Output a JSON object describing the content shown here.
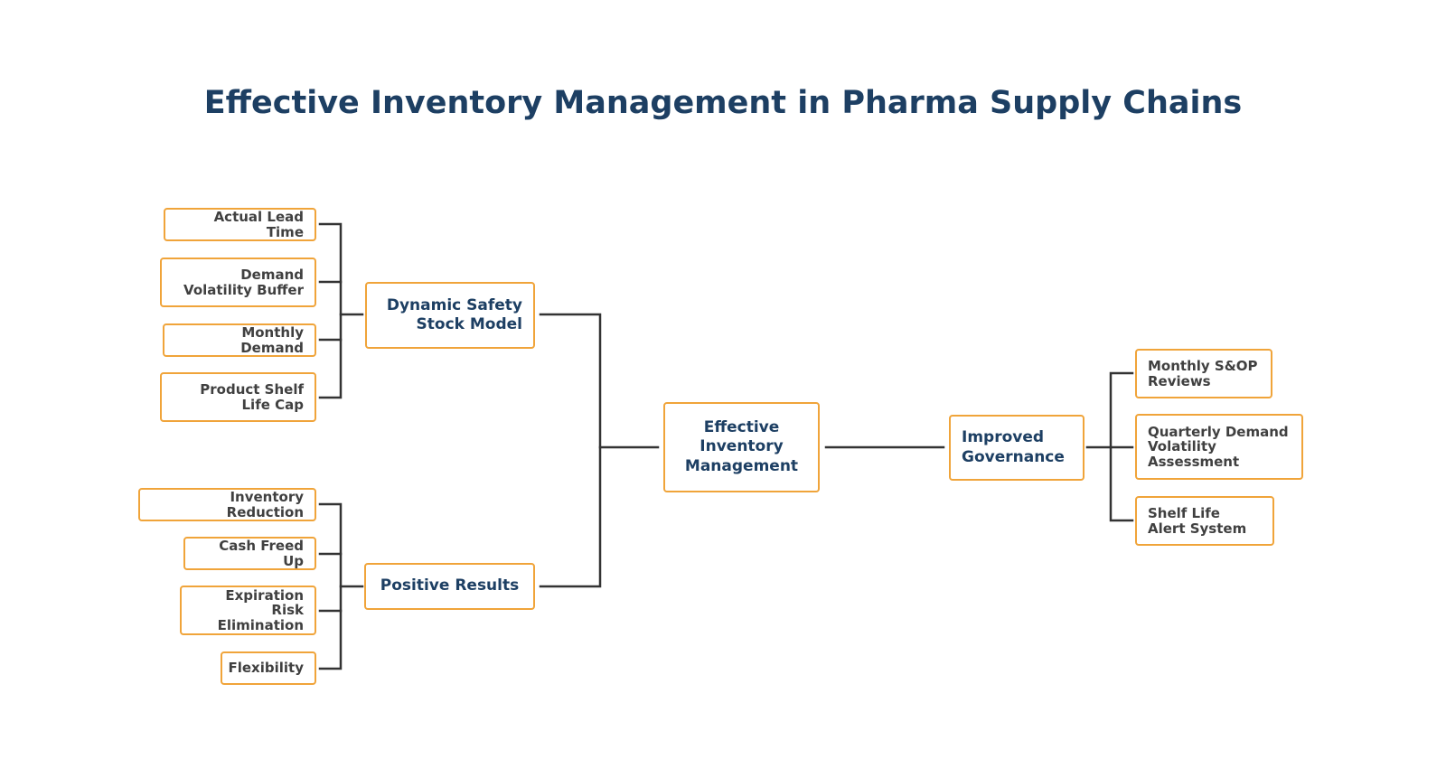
{
  "title": "Effective Inventory Management in Pharma Supply Chains",
  "center": "Effective Inventory Management",
  "branches": {
    "dynamic_safety": {
      "label": "Dynamic Safety Stock Model",
      "children": [
        "Actual Lead Time",
        "Demand Volatility Buffer",
        "Monthly Demand",
        "Product Shelf Life Cap"
      ]
    },
    "positive_results": {
      "label": "Positive Results",
      "children": [
        "Inventory Reduction",
        "Cash Freed Up",
        "Expiration Risk Elimination",
        "Flexibility"
      ]
    },
    "governance": {
      "label": "Improved Governance",
      "children": [
        "Monthly S&OP Reviews",
        "Quarterly Demand Volatility Assessment",
        "Shelf Life Alert System"
      ]
    }
  },
  "colors": {
    "title": "#1d3f63",
    "box_border": "#f0a43a",
    "leaf_text": "#404040",
    "connector": "#333333"
  }
}
